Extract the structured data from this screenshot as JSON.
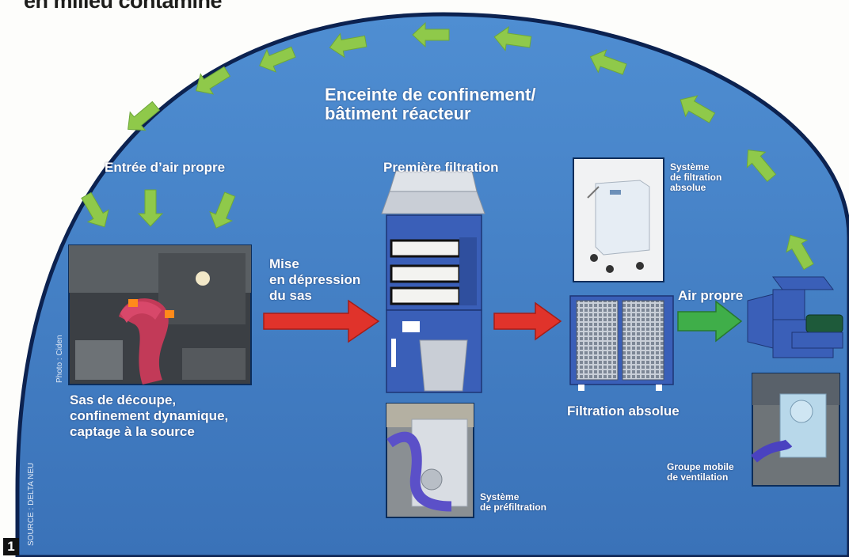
{
  "title": "en milieu contaminé",
  "figure_number": "1",
  "labels": {
    "enceinte": "Enceinte de confinement/\nbâtiment réacteur",
    "entree_air": "Entrée d’air propre",
    "premiere_filtration": "Première filtration",
    "systeme_filtration_absolue": "Système\nde filtration\nabsolue",
    "mise_depression": "Mise\nen dépression\ndu sas",
    "air_propre": "Air propre",
    "filtration_absolue": "Filtration absolue",
    "sas_decoupe": "Sas de découpe,\nconfinement dynamique,\ncaptage à la source",
    "systeme_prefiltration": "Système\nde préfiltration",
    "groupe_mobile": "Groupe mobile\nde ventilation"
  },
  "credits": {
    "photo": "Photo : Ciden",
    "source": "SOURCE : DELTA NEU"
  },
  "colors": {
    "dome": "#3f7cc4",
    "arrow_green": "#8fc94a",
    "arrow_red": "#e0332b",
    "arrow_flow_green": "#3fae49",
    "equipment_blue": "#3a5fb8"
  }
}
